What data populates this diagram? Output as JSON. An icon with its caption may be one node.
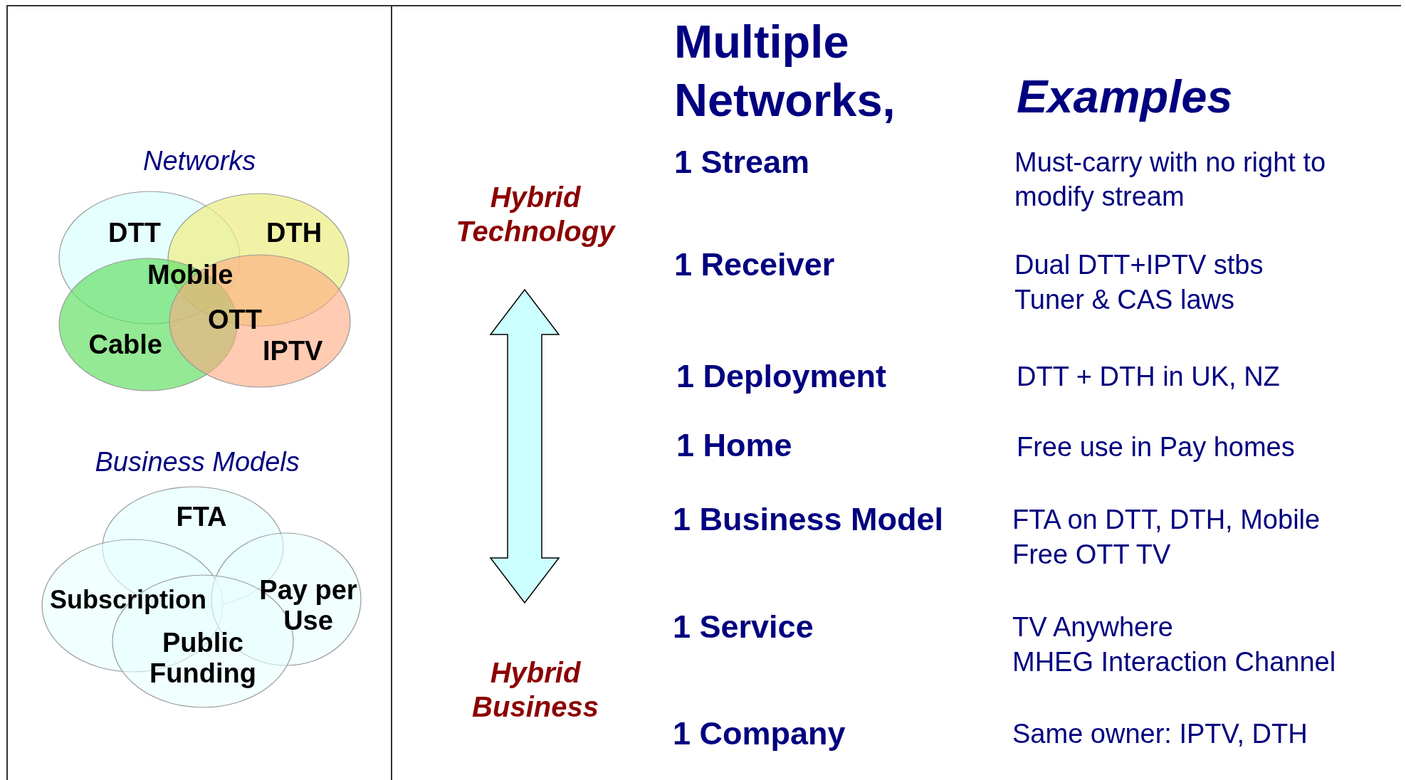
{
  "diagram": {
    "nodes": [
      {
        "text": [
          "DTT"
        ]
      },
      {
        "text": [
          "DTH"
        ]
      },
      {
        "text": [
          "Cable"
        ]
      },
      {
        "text": [
          "IPTV"
        ]
      },
      {
        "text": [
          "FTA"
        ]
      },
      {
        "text": [
          "Subscription"
        ]
      },
      {
        "text": [
          "Pay per Use"
        ]
      },
      {
        "text": [
          "Public Funding"
        ]
      },
      {
        "text": [
          "Hybrid Technology"
        ]
      },
      {
        "text": [
          "Hybrid Business"
        ]
      }
    ],
    "edges": [
      {
        "from": 8,
        "to": 9,
        "arrow": "both"
      }
    ],
    "labels": [
      "Networks",
      "Mobile",
      "OTT",
      "Business Models",
      "Multiple Networks,",
      "Examples",
      "1 Stream",
      "Must-carry with no right to modify stream",
      "1 Receiver",
      "Dual DTT+IPTV stbs",
      "Tuner & CAS laws",
      "1 Deployment",
      "DTT + DTH in UK, NZ",
      "1 Home",
      "Free use in Pay homes",
      "1 Business Model",
      "FTA on DTT, DTH, Mobile",
      "Free OTT TV",
      "1 Service",
      "TV Anywhere",
      "MHEG Interaction Channel",
      "1 Company",
      "Same owner: IPTV, DTH"
    ]
  }
}
